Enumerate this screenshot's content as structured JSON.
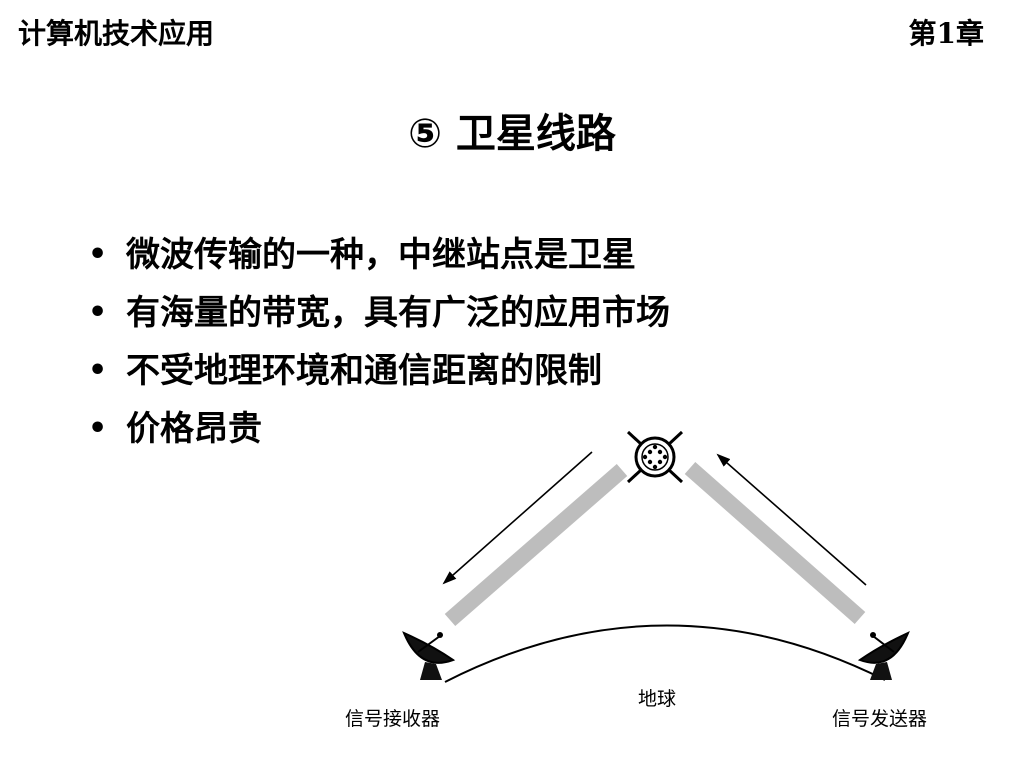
{
  "header": {
    "course_title": "计算机技术应用",
    "chapter": "第1章"
  },
  "slide": {
    "title": "⑤ 卫星线路",
    "bullets": [
      "微波传输的一种，中继站点是卫星",
      "有海量的带宽，具有广泛的应用市场",
      "不受地理环境和通信距离的限制",
      "价格昂贵"
    ]
  },
  "diagram": {
    "receiver_label": "信号接收器",
    "earth_label": "地球",
    "sender_label": "信号发送器",
    "colors": {
      "beam": "#bdbdbd",
      "line": "#000000"
    }
  }
}
